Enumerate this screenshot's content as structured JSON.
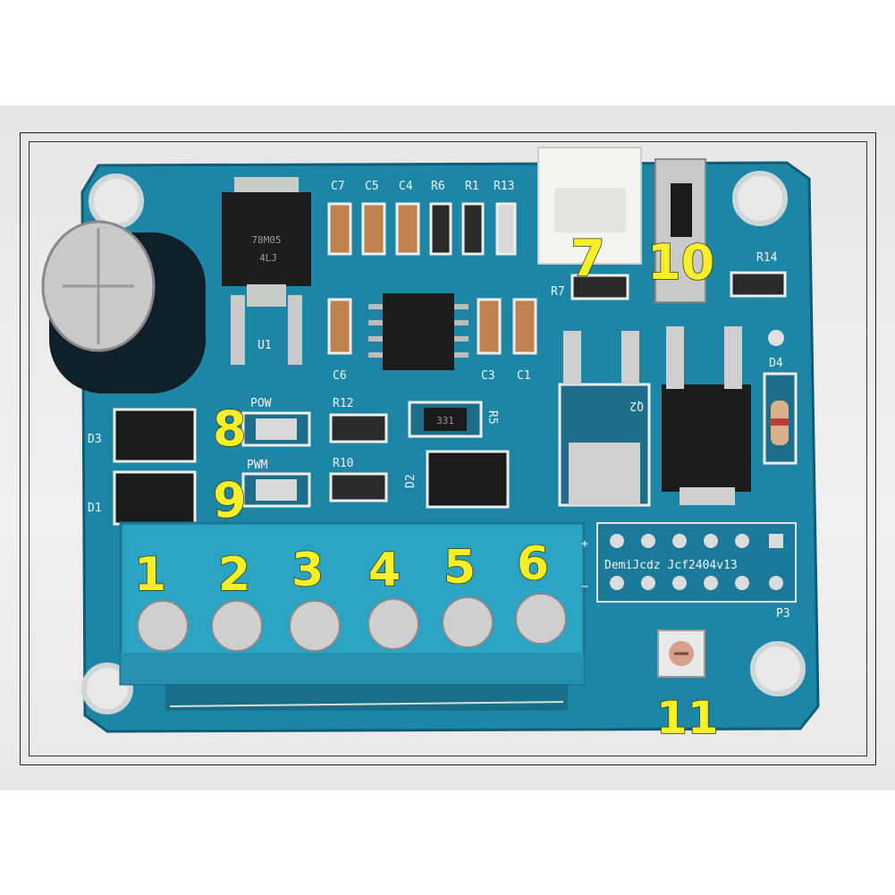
{
  "callouts": [
    "1",
    "2",
    "3",
    "4",
    "5",
    "6",
    "7",
    "8",
    "9",
    "10",
    "11"
  ],
  "silkscreen": {
    "c7": "C7",
    "c5": "C5",
    "c4": "C4",
    "r6": "R6",
    "r1": "R1",
    "r13": "R13",
    "u1": "U1",
    "c6": "C6",
    "c3": "C3",
    "c1": "C1",
    "pow": "POW",
    "pwm": "PWM",
    "r12": "R12",
    "r10": "R10",
    "r5": "R5",
    "d1": "D1",
    "d2": "D2",
    "d3": "D3",
    "d4": "D4",
    "r7": "R7",
    "r14": "R14",
    "q2": "Q2",
    "p3": "P3",
    "board_id": "DemiJcdz Jcf2404v13",
    "plus": "+",
    "minus": "−"
  },
  "component_marks": {
    "regulator": "78M05",
    "regulator_sub": "4LJ",
    "resistor_r5": "331"
  },
  "colors": {
    "pcb": "#1a7fa0",
    "terminal": "#2aa0c0",
    "callout": "#f7ef2a"
  }
}
